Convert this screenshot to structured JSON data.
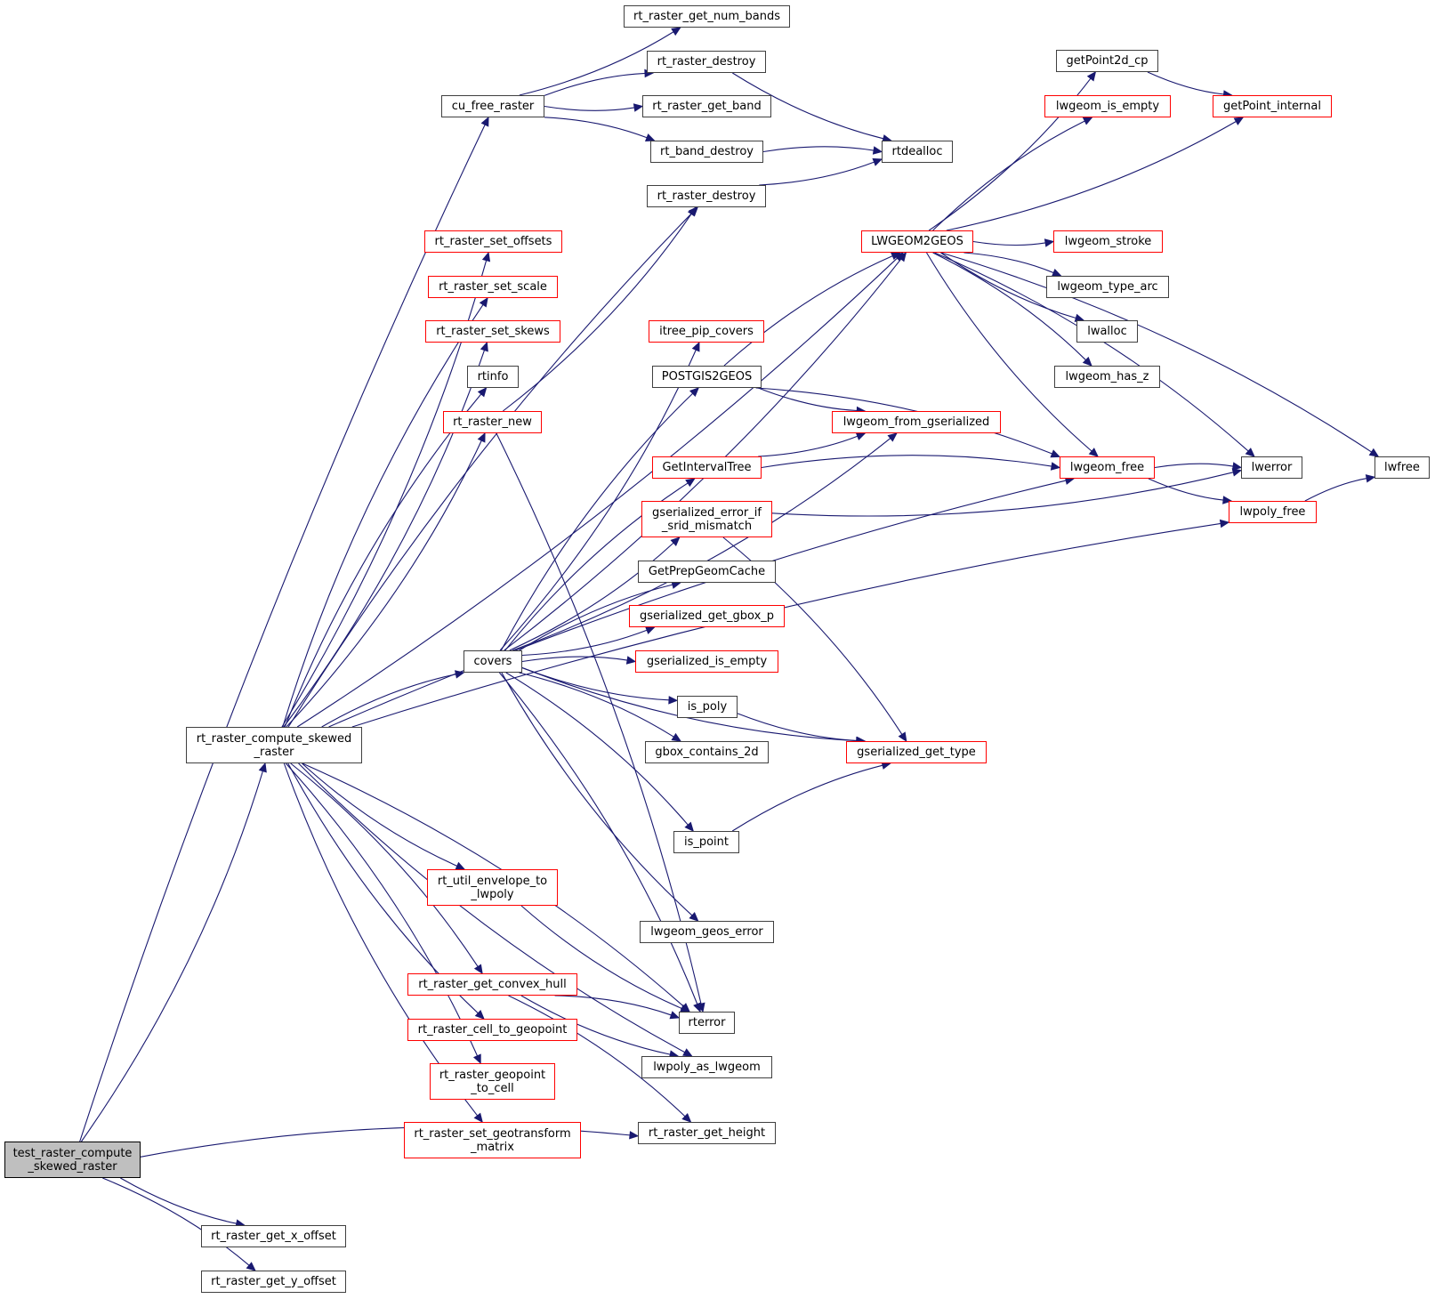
{
  "diagram": {
    "type": "call-graph",
    "colors": {
      "edge": "#191970",
      "root_fill": "#bfbfbf",
      "truncated_border": "#ff0000",
      "normal_border": "#404040"
    },
    "nodes": [
      {
        "id": "test_raster_compute_skewed_raster",
        "label": "test_raster_compute\n_skewed_raster",
        "kind": "root"
      },
      {
        "id": "rt_raster_compute_skewed_raster",
        "label": "rt_raster_compute_skewed\n_raster",
        "kind": "normal"
      },
      {
        "id": "cu_free_raster",
        "label": "cu_free_raster",
        "kind": "normal"
      },
      {
        "id": "rt_raster_get_num_bands",
        "label": "rt_raster_get_num_bands",
        "kind": "normal"
      },
      {
        "id": "rt_raster_destroy_a",
        "label": "rt_raster_destroy",
        "kind": "normal"
      },
      {
        "id": "rt_raster_get_band",
        "label": "rt_raster_get_band",
        "kind": "normal"
      },
      {
        "id": "rt_band_destroy",
        "label": "rt_band_destroy",
        "kind": "normal"
      },
      {
        "id": "rtdealloc",
        "label": "rtdealloc",
        "kind": "normal"
      },
      {
        "id": "rt_raster_destroy_b",
        "label": "rt_raster_destroy",
        "kind": "normal"
      },
      {
        "id": "rt_raster_set_offsets",
        "label": "rt_raster_set_offsets",
        "kind": "truncated"
      },
      {
        "id": "rt_raster_set_scale",
        "label": "rt_raster_set_scale",
        "kind": "truncated"
      },
      {
        "id": "rt_raster_set_skews",
        "label": "rt_raster_set_skews",
        "kind": "truncated"
      },
      {
        "id": "rtinfo",
        "label": "rtinfo",
        "kind": "normal"
      },
      {
        "id": "rt_raster_new",
        "label": "rt_raster_new",
        "kind": "truncated"
      },
      {
        "id": "covers",
        "label": "covers",
        "kind": "normal"
      },
      {
        "id": "rt_util_envelope_to_lwpoly",
        "label": "rt_util_envelope_to\n_lwpoly",
        "kind": "truncated"
      },
      {
        "id": "rt_raster_get_convex_hull",
        "label": "rt_raster_get_convex_hull",
        "kind": "truncated"
      },
      {
        "id": "rt_raster_cell_to_geopoint",
        "label": "rt_raster_cell_to_geopoint",
        "kind": "truncated"
      },
      {
        "id": "rt_raster_geopoint_to_cell",
        "label": "rt_raster_geopoint\n_to_cell",
        "kind": "truncated"
      },
      {
        "id": "rt_raster_set_geotransform_matrix",
        "label": "rt_raster_set_geotransform\n_matrix",
        "kind": "truncated"
      },
      {
        "id": "rt_raster_get_x_offset",
        "label": "rt_raster_get_x_offset",
        "kind": "normal"
      },
      {
        "id": "rt_raster_get_y_offset",
        "label": "rt_raster_get_y_offset",
        "kind": "normal"
      },
      {
        "id": "rt_raster_get_height",
        "label": "rt_raster_get_height",
        "kind": "normal"
      },
      {
        "id": "LWGEOM2GEOS",
        "label": "LWGEOM2GEOS",
        "kind": "truncated"
      },
      {
        "id": "itree_pip_covers",
        "label": "itree_pip_covers",
        "kind": "truncated"
      },
      {
        "id": "POSTGIS2GEOS",
        "label": "POSTGIS2GEOS",
        "kind": "normal"
      },
      {
        "id": "lwgeom_from_gserialized",
        "label": "lwgeom_from_gserialized",
        "kind": "truncated"
      },
      {
        "id": "GetIntervalTree",
        "label": "GetIntervalTree",
        "kind": "truncated"
      },
      {
        "id": "gserialized_error_if_srid_mismatch",
        "label": "gserialized_error_if\n_srid_mismatch",
        "kind": "truncated"
      },
      {
        "id": "GetPrepGeomCache",
        "label": "GetPrepGeomCache",
        "kind": "normal"
      },
      {
        "id": "gserialized_get_gbox_p",
        "label": "gserialized_get_gbox_p",
        "kind": "truncated"
      },
      {
        "id": "gserialized_is_empty",
        "label": "gserialized_is_empty",
        "kind": "truncated"
      },
      {
        "id": "is_poly",
        "label": "is_poly",
        "kind": "normal"
      },
      {
        "id": "gbox_contains_2d",
        "label": "gbox_contains_2d",
        "kind": "normal"
      },
      {
        "id": "gserialized_get_type",
        "label": "gserialized_get_type",
        "kind": "truncated"
      },
      {
        "id": "is_point",
        "label": "is_point",
        "kind": "normal"
      },
      {
        "id": "lwgeom_geos_error",
        "label": "lwgeom_geos_error",
        "kind": "normal"
      },
      {
        "id": "rterror",
        "label": "rterror",
        "kind": "normal"
      },
      {
        "id": "lwpoly_as_lwgeom",
        "label": "lwpoly_as_lwgeom",
        "kind": "normal"
      },
      {
        "id": "getPoint2d_cp",
        "label": "getPoint2d_cp",
        "kind": "normal"
      },
      {
        "id": "lwgeom_is_empty",
        "label": "lwgeom_is_empty",
        "kind": "truncated"
      },
      {
        "id": "getPoint_internal",
        "label": "getPoint_internal",
        "kind": "truncated"
      },
      {
        "id": "lwgeom_stroke",
        "label": "lwgeom_stroke",
        "kind": "truncated"
      },
      {
        "id": "lwgeom_type_arc",
        "label": "lwgeom_type_arc",
        "kind": "normal"
      },
      {
        "id": "lwalloc",
        "label": "lwalloc",
        "kind": "normal"
      },
      {
        "id": "lwgeom_has_z",
        "label": "lwgeom_has_z",
        "kind": "normal"
      },
      {
        "id": "lwgeom_free",
        "label": "lwgeom_free",
        "kind": "truncated"
      },
      {
        "id": "lwerror",
        "label": "lwerror",
        "kind": "normal"
      },
      {
        "id": "lwfree",
        "label": "lwfree",
        "kind": "normal"
      },
      {
        "id": "lwpoly_free",
        "label": "lwpoly_free",
        "kind": "truncated"
      }
    ],
    "edges": [
      [
        "test_raster_compute_skewed_raster",
        "cu_free_raster"
      ],
      [
        "test_raster_compute_skewed_raster",
        "rt_raster_compute_skewed_raster"
      ],
      [
        "test_raster_compute_skewed_raster",
        "rt_raster_get_height"
      ],
      [
        "test_raster_compute_skewed_raster",
        "rt_raster_get_x_offset"
      ],
      [
        "test_raster_compute_skewed_raster",
        "rt_raster_get_y_offset"
      ],
      [
        "cu_free_raster",
        "rt_raster_get_num_bands"
      ],
      [
        "cu_free_raster",
        "rt_raster_destroy_a"
      ],
      [
        "cu_free_raster",
        "rt_raster_get_band"
      ],
      [
        "cu_free_raster",
        "rt_band_destroy"
      ],
      [
        "rt_raster_destroy_a",
        "rtdealloc"
      ],
      [
        "rt_band_destroy",
        "rtdealloc"
      ],
      [
        "rt_raster_destroy_b",
        "rtdealloc"
      ],
      [
        "rt_raster_compute_skewed_raster",
        "rt_raster_destroy_b"
      ],
      [
        "rt_raster_compute_skewed_raster",
        "rt_raster_set_offsets"
      ],
      [
        "rt_raster_compute_skewed_raster",
        "rt_raster_set_scale"
      ],
      [
        "rt_raster_compute_skewed_raster",
        "rt_raster_set_skews"
      ],
      [
        "rt_raster_compute_skewed_raster",
        "rtinfo"
      ],
      [
        "rt_raster_compute_skewed_raster",
        "rt_raster_new"
      ],
      [
        "rt_raster_compute_skewed_raster",
        "covers"
      ],
      [
        "rt_raster_compute_skewed_raster",
        "LWGEOM2GEOS"
      ],
      [
        "rt_raster_compute_skewed_raster",
        "lwgeom_free"
      ],
      [
        "rt_raster_compute_skewed_raster",
        "rt_util_envelope_to_lwpoly"
      ],
      [
        "rt_raster_compute_skewed_raster",
        "rt_raster_get_convex_hull"
      ],
      [
        "rt_raster_compute_skewed_raster",
        "rt_raster_cell_to_geopoint"
      ],
      [
        "rt_raster_compute_skewed_raster",
        "rt_raster_geopoint_to_cell"
      ],
      [
        "rt_raster_compute_skewed_raster",
        "rt_raster_set_geotransform_matrix"
      ],
      [
        "rt_raster_compute_skewed_raster",
        "rterror"
      ],
      [
        "rt_raster_compute_skewed_raster",
        "lwpoly_as_lwgeom"
      ],
      [
        "rt_raster_compute_skewed_raster",
        "lwpoly_free"
      ],
      [
        "rt_raster_new",
        "rt_raster_destroy_b"
      ],
      [
        "rt_raster_new",
        "rterror"
      ],
      [
        "covers",
        "itree_pip_covers"
      ],
      [
        "covers",
        "POSTGIS2GEOS"
      ],
      [
        "covers",
        "lwgeom_from_gserialized"
      ],
      [
        "covers",
        "GetIntervalTree"
      ],
      [
        "covers",
        "gserialized_error_if_srid_mismatch"
      ],
      [
        "covers",
        "GetPrepGeomCache"
      ],
      [
        "covers",
        "gserialized_get_gbox_p"
      ],
      [
        "covers",
        "gserialized_is_empty"
      ],
      [
        "covers",
        "is_poly"
      ],
      [
        "covers",
        "gbox_contains_2d"
      ],
      [
        "covers",
        "gserialized_get_type"
      ],
      [
        "covers",
        "is_point"
      ],
      [
        "covers",
        "lwgeom_geos_error"
      ],
      [
        "covers",
        "rterror"
      ],
      [
        "covers",
        "LWGEOM2GEOS"
      ],
      [
        "POSTGIS2GEOS",
        "LWGEOM2GEOS"
      ],
      [
        "POSTGIS2GEOS",
        "lwgeom_from_gserialized"
      ],
      [
        "POSTGIS2GEOS",
        "lwgeom_free"
      ],
      [
        "GetIntervalTree",
        "lwgeom_from_gserialized"
      ],
      [
        "GetIntervalTree",
        "lwgeom_free"
      ],
      [
        "gserialized_error_if_srid_mismatch",
        "lwerror"
      ],
      [
        "gserialized_error_if_srid_mismatch",
        "gserialized_get_type"
      ],
      [
        "is_poly",
        "gserialized_get_type"
      ],
      [
        "is_point",
        "gserialized_get_type"
      ],
      [
        "rt_util_envelope_to_lwpoly",
        "rterror"
      ],
      [
        "rt_raster_get_convex_hull",
        "rterror"
      ],
      [
        "rt_raster_get_convex_hull",
        "lwpoly_as_lwgeom"
      ],
      [
        "rt_raster_get_convex_hull",
        "rt_raster_get_height"
      ],
      [
        "LWGEOM2GEOS",
        "getPoint2d_cp"
      ],
      [
        "LWGEOM2GEOS",
        "lwgeom_is_empty"
      ],
      [
        "LWGEOM2GEOS",
        "getPoint_internal"
      ],
      [
        "LWGEOM2GEOS",
        "lwerror"
      ],
      [
        "LWGEOM2GEOS",
        "lwgeom_stroke"
      ],
      [
        "LWGEOM2GEOS",
        "lwgeom_type_arc"
      ],
      [
        "LWGEOM2GEOS",
        "lwalloc"
      ],
      [
        "LWGEOM2GEOS",
        "lwgeom_has_z"
      ],
      [
        "LWGEOM2GEOS",
        "lwgeom_free"
      ],
      [
        "LWGEOM2GEOS",
        "lwfree"
      ],
      [
        "getPoint2d_cp",
        "getPoint_internal"
      ],
      [
        "lwgeom_free",
        "lwerror"
      ],
      [
        "lwgeom_free",
        "lwpoly_free"
      ],
      [
        "lwpoly_free",
        "lwfree"
      ]
    ]
  }
}
